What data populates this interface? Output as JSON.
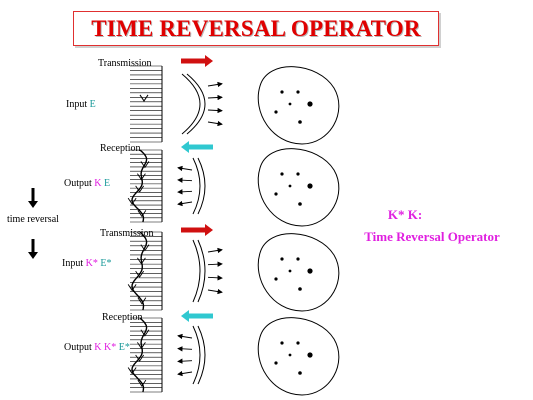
{
  "title": "TIME REVERSAL OPERATOR",
  "stages": [
    {
      "label": "Transmission",
      "io_prefix": "Input ",
      "io_sym1": "",
      "io_sym2": "E",
      "arrow_dir": "right",
      "arrow_color": "#d01010"
    },
    {
      "label": "Reception",
      "io_prefix": "Output ",
      "io_sym1": "K ",
      "io_sym2": "E",
      "arrow_dir": "left",
      "arrow_color": "#30c8d0"
    },
    {
      "label": "Transmission",
      "io_prefix": "Input ",
      "io_sym1": "K* ",
      "io_sym2": "E*",
      "arrow_dir": "right",
      "arrow_color": "#d01010"
    },
    {
      "label": "Reception",
      "io_prefix": "Output ",
      "io_sym1": "K K* ",
      "io_sym2": "E*",
      "arrow_dir": "left",
      "arrow_color": "#30c8d0"
    }
  ],
  "time_reversal_label": "time reversal",
  "operator": {
    "title": "K* K:",
    "subtitle": "Time Reversal Operator"
  },
  "colors": {
    "title": "#e00000",
    "operator": "#e020e0",
    "symbol_k": "#e020e0",
    "symbol_e": "#1a9a9a"
  }
}
